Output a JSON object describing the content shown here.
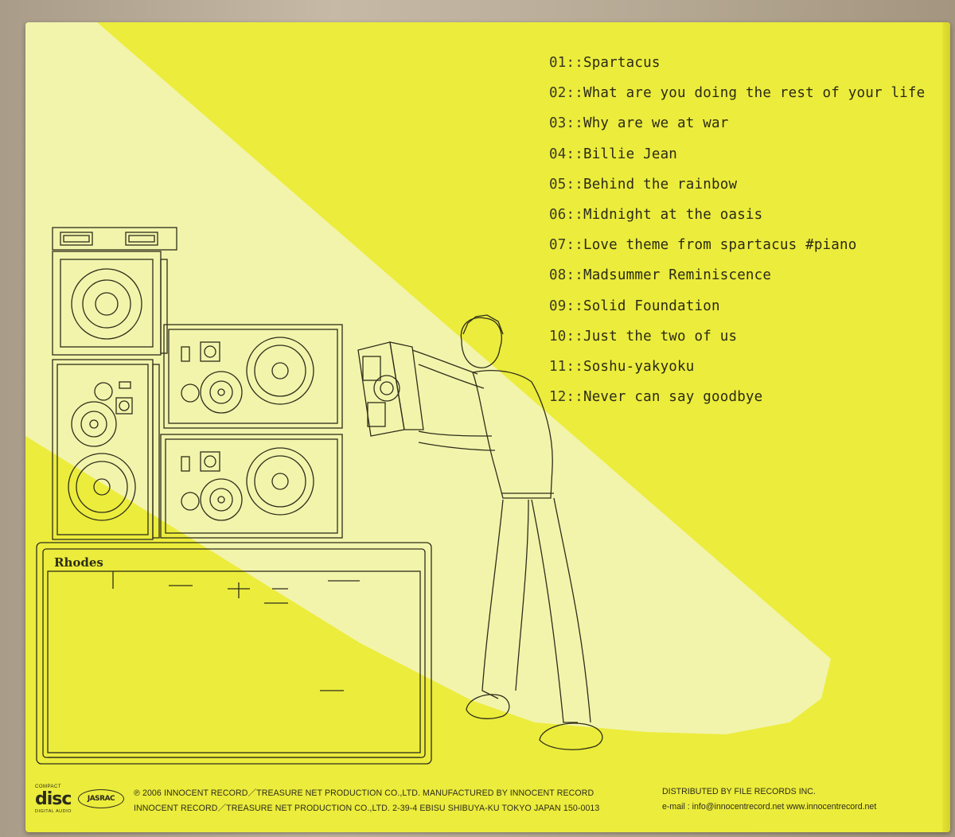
{
  "tracks": [
    {
      "num": "01::",
      "title": "Spartacus"
    },
    {
      "num": "02::",
      "title": "What are you doing the rest of your life"
    },
    {
      "num": "03::",
      "title": "Why are we at war"
    },
    {
      "num": "04::",
      "title": "Billie Jean"
    },
    {
      "num": "05::",
      "title": "Behind the rainbow"
    },
    {
      "num": "06::",
      "title": "Midnight at the oasis"
    },
    {
      "num": "07::",
      "title": "Love theme from spartacus #piano"
    },
    {
      "num": "08::",
      "title": "Madsummer Reminiscence"
    },
    {
      "num": "09::",
      "title": "Solid Foundation"
    },
    {
      "num": "10::",
      "title": "Just the two of us"
    },
    {
      "num": "11::",
      "title": "Soshu-yakyoku"
    },
    {
      "num": "12::",
      "title": "Never can say goodbye"
    }
  ],
  "amp_label": "Rhodes",
  "footer": {
    "cd_logo_top": "COMPACT",
    "cd_logo_main": "disc",
    "cd_logo_bottom": "DIGITAL AUDIO",
    "jasrac": "JASRAC",
    "copyright": "℗ 2006 INNOCENT RECORD／TREASURE NET PRODUCTION CO.,LTD.   MANUFACTURED BY INNOCENT RECORD",
    "distributed": "DISTRIBUTED BY FILE RECORDS INC.",
    "address": "INNOCENT RECORD／TREASURE NET PRODUCTION CO.,LTD.   2-39-4 EBISU SHIBUYA-KU TOKYO JAPAN 150-0013",
    "contact": "e-mail : info@innocentrecord.net   www.innocentrecord.net"
  },
  "colors": {
    "sleeve": "#ecec3c",
    "spotlight": "#f3f5b8",
    "ink": "#2a2a18"
  }
}
